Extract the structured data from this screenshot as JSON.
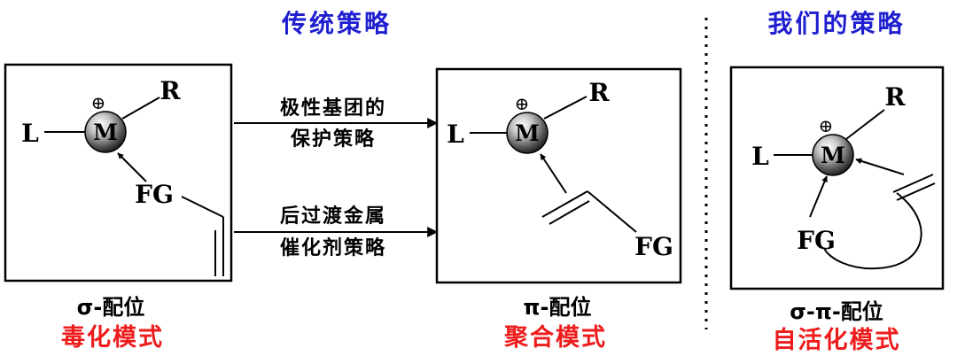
{
  "headings": {
    "traditional": "传统策略",
    "ours": "我们的策略"
  },
  "atoms": {
    "metal": "M",
    "charge": "⊕",
    "ligand": "L",
    "substituent": "R",
    "functional_group": "FG"
  },
  "arrows": {
    "top_line1": "极性基团的",
    "top_line2": "保护策略",
    "bottom_line1": "后过渡金属",
    "bottom_line2": "催化剂策略"
  },
  "panels": [
    {
      "mode": "σ-配位",
      "label": "毒化模式"
    },
    {
      "mode": "π-配位",
      "label": "聚合模式"
    },
    {
      "mode": "σ-π-配位",
      "label": "自活化模式"
    }
  ],
  "colors": {
    "heading": "#1f1fd0",
    "mode_label": "#ee1c1c",
    "line": "#000000"
  }
}
